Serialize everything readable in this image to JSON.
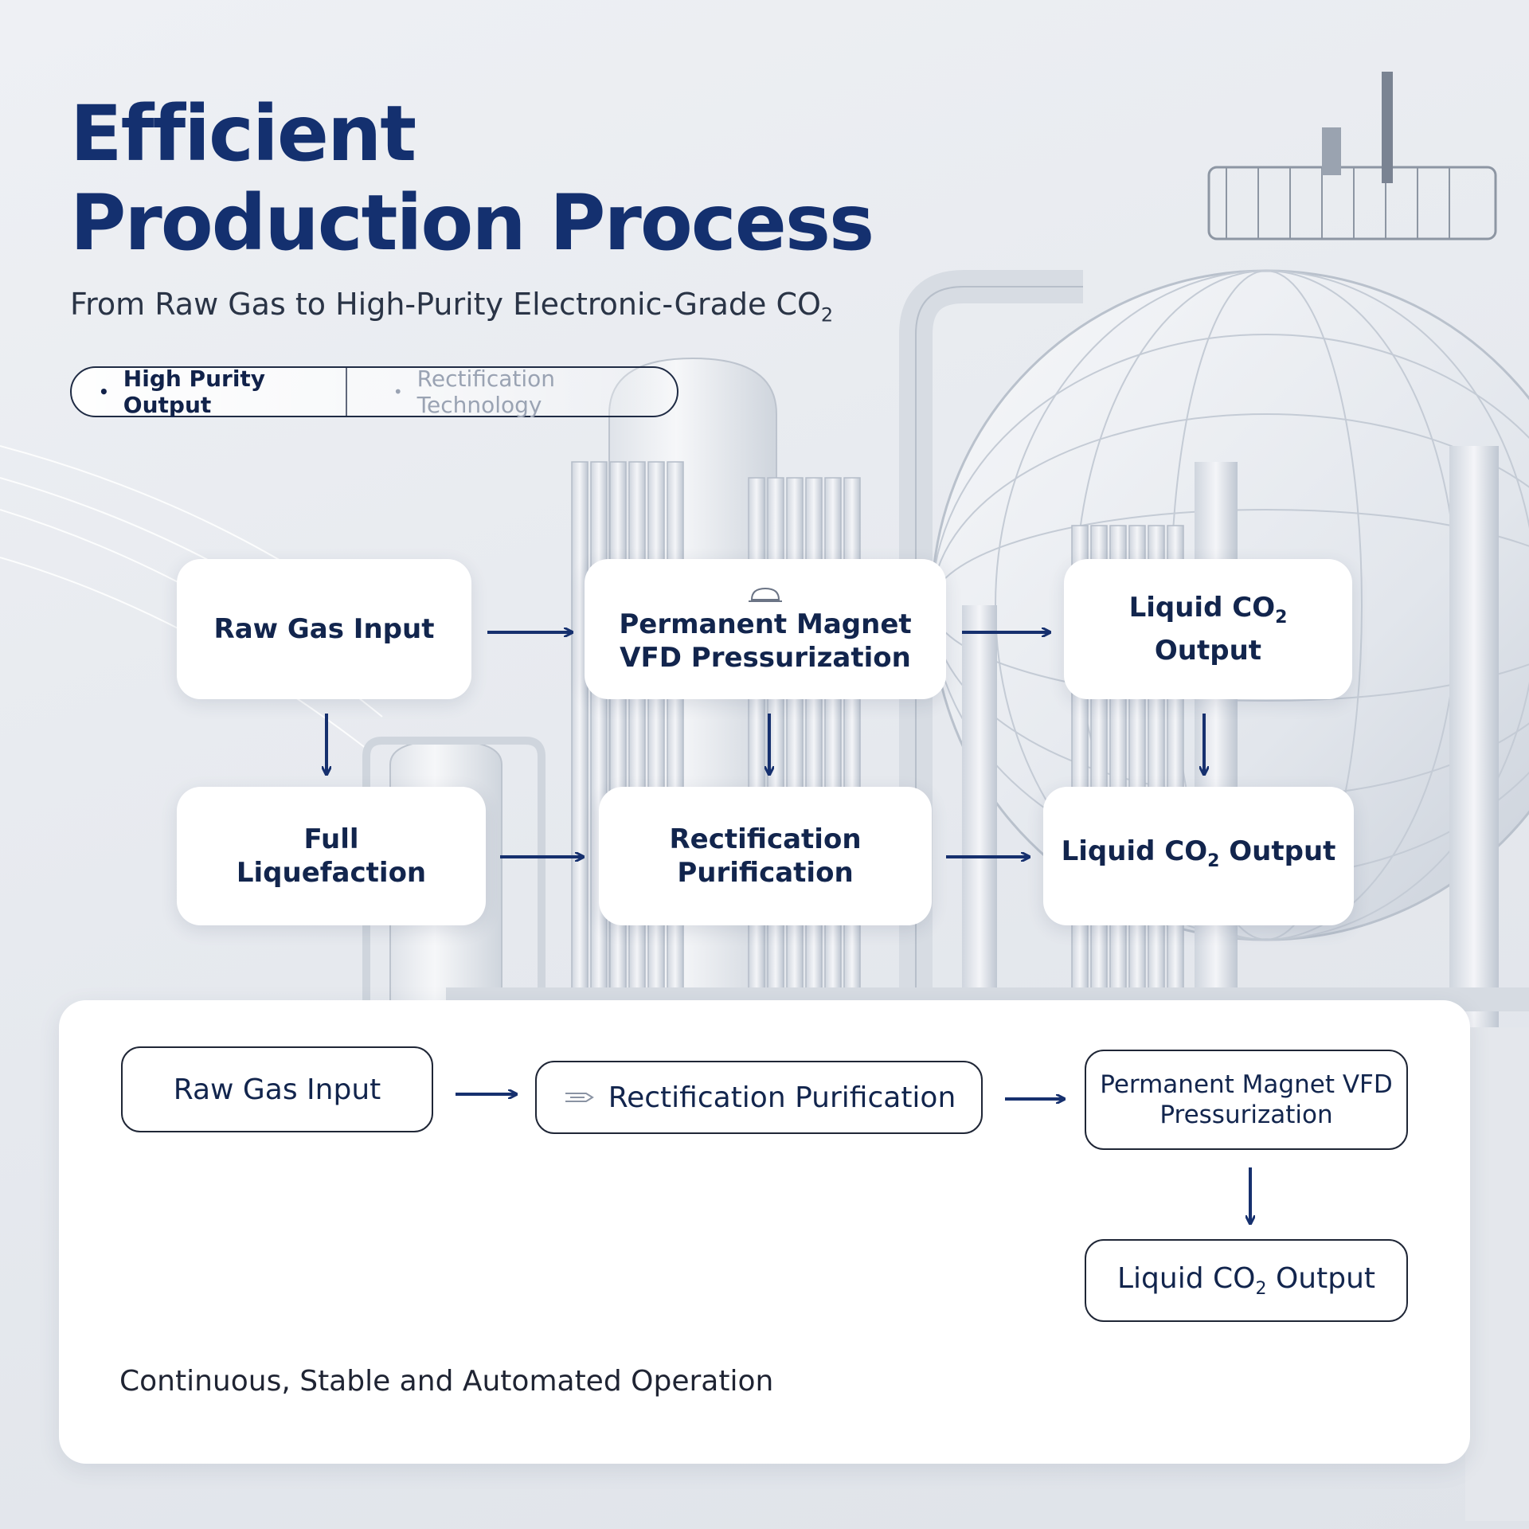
{
  "title": "Efficient\nProduction Process",
  "subtitle": "From Raw Gas to High-Purity Electronic-Grade CO",
  "subtitle_sub": "2",
  "tags": [
    {
      "label": "High Purity Output"
    },
    {
      "label": "Rectification Technology"
    }
  ],
  "top_flow": {
    "raw_gas": "Raw Gas Input",
    "magnet_line1": "Permanent Magnet",
    "magnet_line2": "VFD Pressurization",
    "liquid_top_line1": "Liquid CO",
    "liquid_top_sub": "2",
    "liquid_top_line2": "Output",
    "full_line1": "Full",
    "full_line2": "Liquefaction",
    "rect_line1": "Rectification",
    "rect_line2": "Purification",
    "liquid_mid": "Liquid CO",
    "liquid_mid_sub": "2",
    "liquid_mid_suffix": " Output"
  },
  "bottom_flow": {
    "raw_gas": "Raw Gas Input",
    "rect": "Rectification Purification",
    "magnet_line1": "Permanent Magnet VFD",
    "magnet_line2": "Pressurization",
    "liquid": "Liquid CO",
    "liquid_sub": "2",
    "liquid_suffix": " Output"
  },
  "footer": "Continuous, Stable and Automated Operation",
  "colors": {
    "title": "#14306f",
    "arrow": "#16306e",
    "card_text": "#12254d",
    "background": "#e9ecf1"
  },
  "icons": [
    "magnet-icon",
    "flow-icon",
    "arrow-icon"
  ]
}
